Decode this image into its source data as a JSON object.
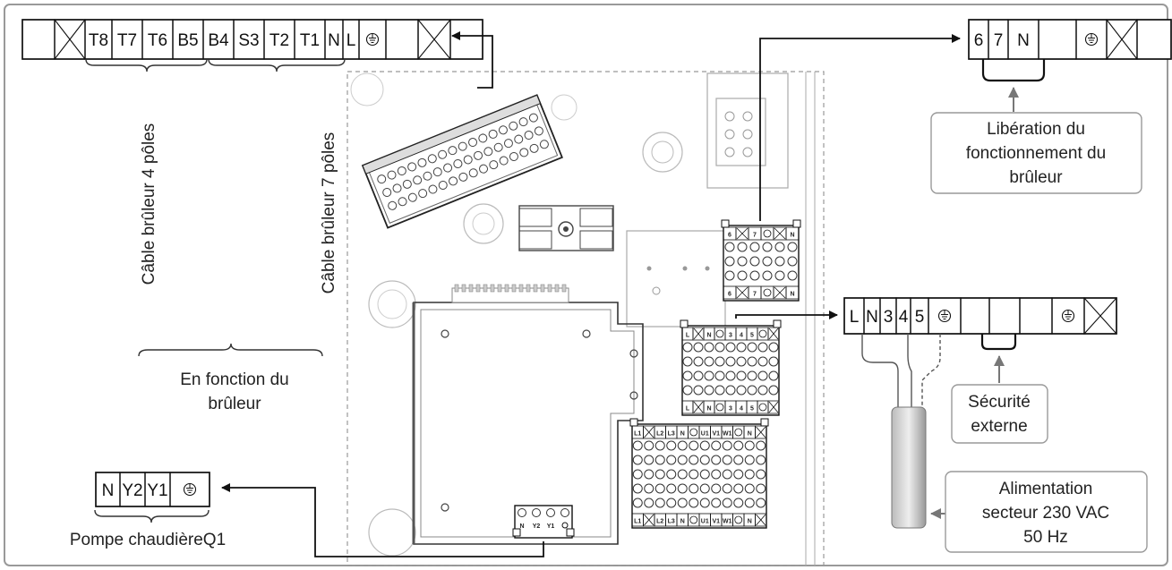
{
  "strips": {
    "burner": [
      "",
      "x",
      "T8",
      "T7",
      "T6",
      "B5",
      "B4",
      "S3",
      "T2",
      "T1",
      "N",
      "L",
      "⏚",
      "",
      "x",
      ""
    ],
    "release": [
      "6",
      "7",
      "N",
      "",
      "⏚",
      "x",
      ""
    ],
    "safety": [
      "L",
      "N",
      "3",
      "4",
      "5",
      "⏚",
      "",
      "",
      "",
      "⏚",
      "x"
    ],
    "pump": [
      "N",
      "Y2",
      "Y1",
      "⏚"
    ]
  },
  "labels": {
    "burner_cable_4": "Câble brûleur 4 pôles",
    "burner_cable_7": "Câble brûleur 7 pôles",
    "depends_on_burner": [
      "En fonction du",
      "brûleur"
    ],
    "pump": "Pompe chaudièreQ1",
    "release": [
      "Libération du",
      "fonctionnement du",
      "brûleur"
    ],
    "safety": [
      "Sécurité",
      "externe"
    ],
    "mains": [
      "Alimentation",
      "secteur 230 VAC",
      "50 Hz"
    ]
  },
  "board": {
    "block_67n": [
      "6",
      "x",
      "7",
      "⏚",
      "x",
      "N"
    ],
    "block_ln345": [
      "L",
      "x",
      "N",
      "⏚",
      "3",
      "4",
      "5",
      "⏚",
      "x"
    ],
    "block_bottom": [
      "L1",
      "x",
      "L2",
      "L3",
      "N",
      "⏚",
      "U1",
      "V1",
      "W1",
      "⏚",
      "N",
      "x"
    ],
    "pump_block": [
      "N",
      "Y2",
      "Y1",
      "⏚"
    ]
  }
}
